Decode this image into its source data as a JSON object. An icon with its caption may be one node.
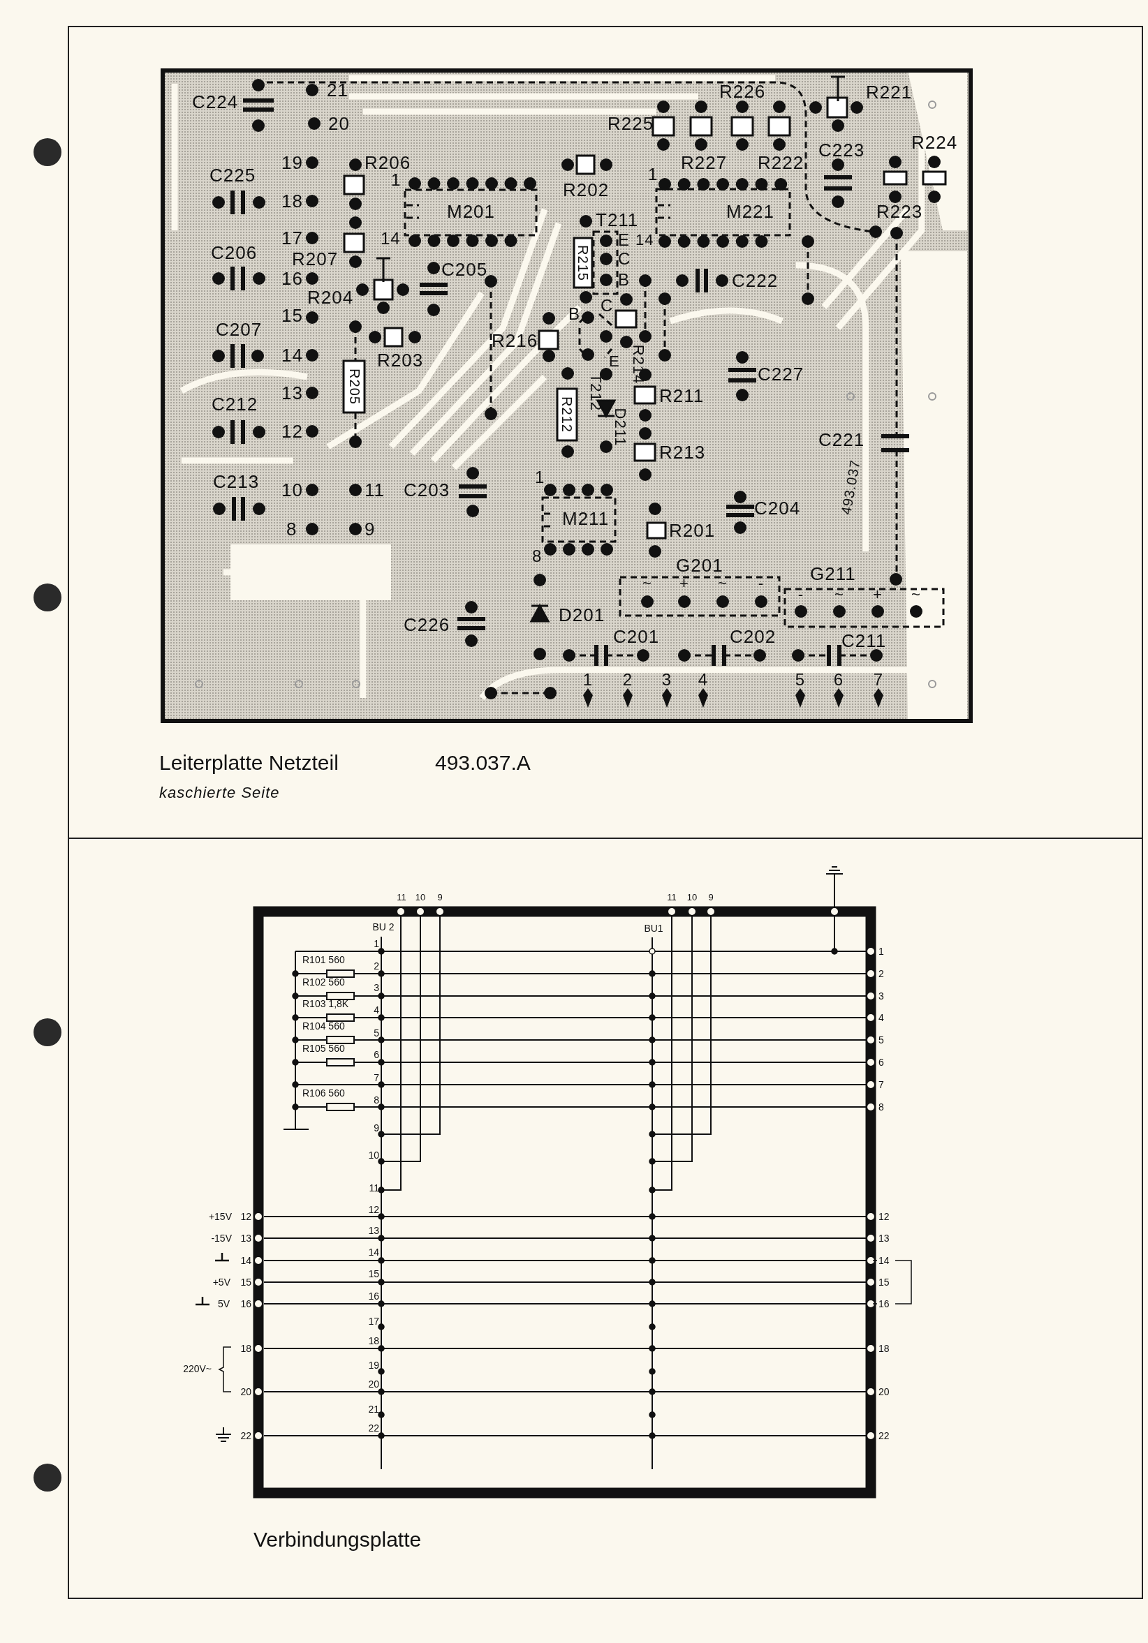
{
  "diagram": {
    "labels": [
      "C224",
      "21",
      "20",
      "R226",
      "R221",
      "R225",
      "19",
      "R206",
      "R227",
      "R222",
      "C223",
      "R224",
      "C225",
      "1",
      "R202",
      "1",
      "18",
      "M201",
      "M221",
      "R223",
      "T211",
      "17",
      "14",
      "E",
      "14",
      "C206",
      "R207",
      "C",
      "16",
      "C205",
      "B",
      "C222",
      "R215",
      "R204",
      "15",
      "B",
      "C",
      "C207",
      "R216",
      "R214",
      "14",
      "R203",
      "E",
      "C227",
      "13",
      "R205",
      "T212",
      "R211",
      "C212",
      "R212",
      "D211",
      "12",
      "C221",
      "493.037",
      "R213",
      "C213",
      "10",
      "11",
      "C203",
      "1",
      "C204",
      "M211",
      "8",
      "9",
      "R201",
      "8",
      "G201",
      "G211",
      "~",
      "+",
      "~",
      "-",
      "-",
      "~",
      "+",
      "~",
      "D201",
      "C226",
      "C201",
      "C202",
      "C211",
      "1",
      "2",
      "3",
      "4",
      "5",
      "6",
      "7",
      "Leiterplatte Netzteil",
      "493.037.A",
      "kaschierte Seite",
      "11",
      "10",
      "9",
      "11",
      "10",
      "9",
      "BU 2",
      "BU1",
      "1",
      "1",
      "R101 560",
      "2",
      "2",
      "R102 560",
      "3",
      "3",
      "R103 1,8K",
      "4",
      "4",
      "R104 560",
      "5",
      "5",
      "R105 560",
      "6",
      "6",
      "7",
      "7",
      "R106 560",
      "8",
      "8",
      "9",
      "10",
      "11",
      "+15V",
      "12",
      "12",
      "12",
      "-15V",
      "13",
      "13",
      "13",
      "14",
      "14",
      "14",
      "+5V",
      "15",
      "15",
      "15",
      "5V",
      "16",
      "16",
      "16",
      "17",
      "18",
      "18",
      "18",
      "220V~",
      "19",
      "20",
      "20",
      "20",
      "21",
      "22",
      "22",
      "22",
      "Verbindungsplatte"
    ]
  }
}
